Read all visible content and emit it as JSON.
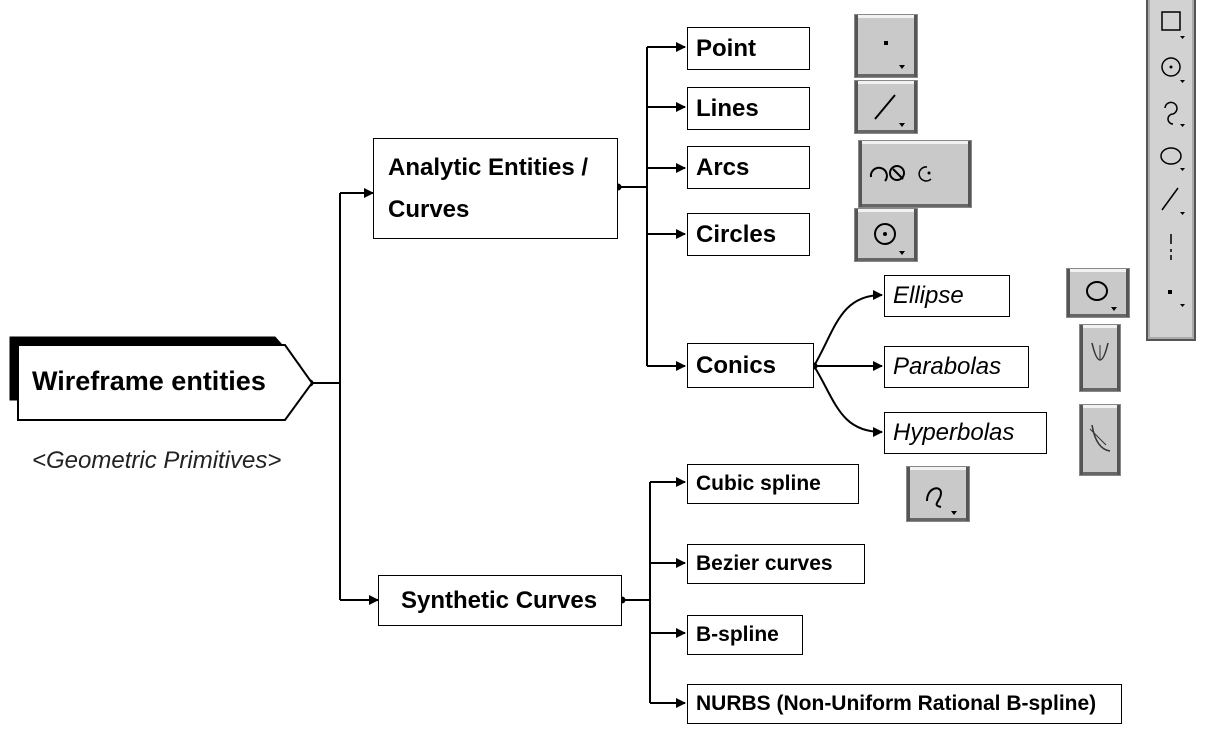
{
  "root": {
    "title": "Wireframe entities",
    "subtitle": "<Geometric Primitives>"
  },
  "branches": {
    "analytic": "Analytic Entities / Curves",
    "analytic_line1": "Analytic Entities /",
    "analytic_line2": "Curves",
    "synthetic": "Synthetic Curves"
  },
  "analytic_items": {
    "point": "Point",
    "lines": "Lines",
    "arcs": "Arcs",
    "circles": "Circles",
    "conics": "Conics"
  },
  "conic_items": {
    "ellipse": "Ellipse",
    "parabolas": "Parabolas",
    "hyperbolas": "Hyperbolas"
  },
  "synthetic_items": {
    "cubic": "Cubic spline",
    "bezier": "Bezier curves",
    "bspline": "B-spline",
    "nurbs": "NURBS (Non-Uniform Rational B-spline)"
  },
  "icons": [
    "point-tool-icon",
    "line-tool-icon",
    "arc-tools-icon",
    "circle-tool-icon",
    "ellipse-tool-icon",
    "parabola-tool-icon",
    "hyperbola-tool-icon",
    "spline-tool-icon",
    "rectangle-icon",
    "circle-icon",
    "arc-icon",
    "ellipse-icon",
    "line-icon",
    "centerline-icon",
    "point-icon"
  ]
}
